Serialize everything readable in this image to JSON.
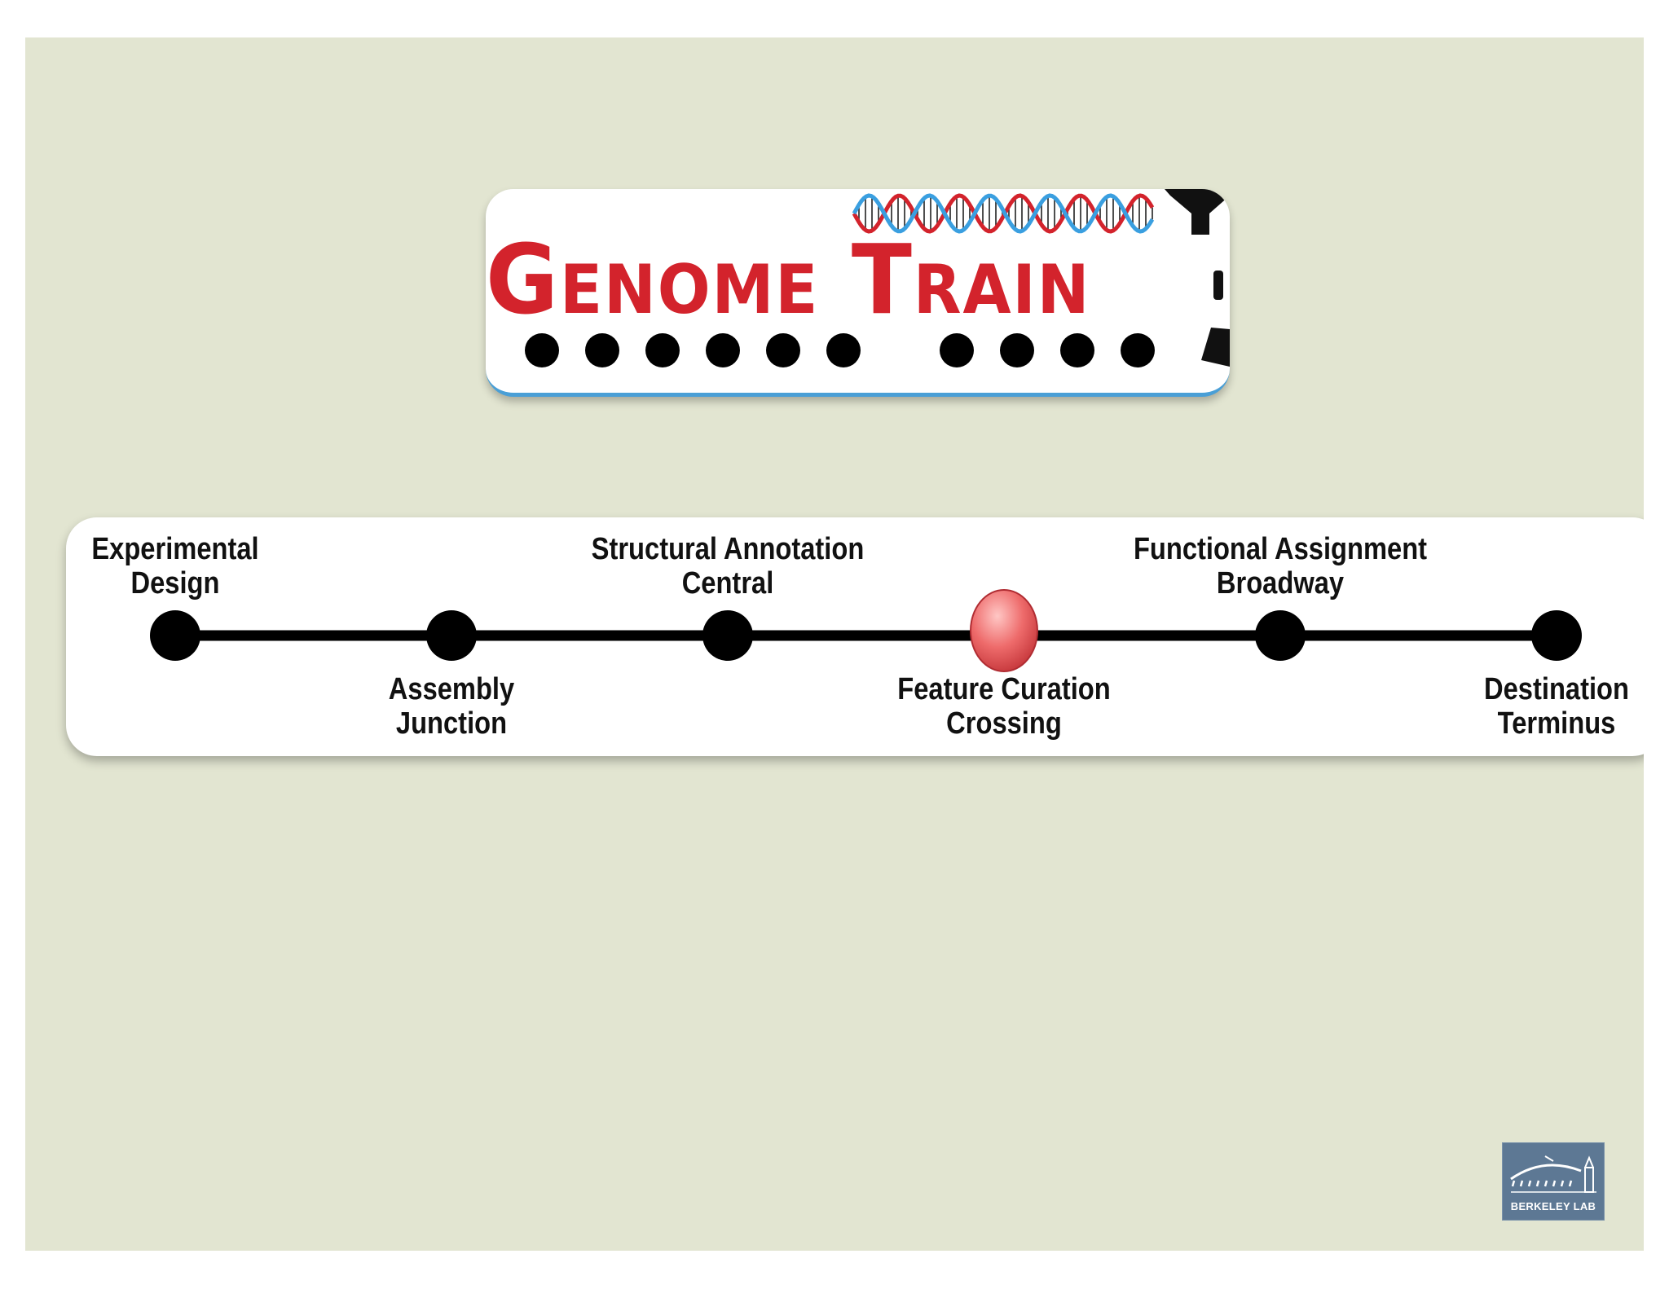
{
  "logo": {
    "title": "Genome Train",
    "colors": {
      "title": "#d3232c",
      "dna_red": "#d3232c",
      "dna_blue": "#3a9fe0",
      "rail": "#4a9fd6"
    },
    "wheel_groups": [
      6,
      4
    ]
  },
  "route": {
    "stops": [
      {
        "label_lines": [
          "Experimental",
          "Design"
        ],
        "label_position": "above",
        "current": false
      },
      {
        "label_lines": [
          "Assembly",
          "Junction"
        ],
        "label_position": "below",
        "current": false
      },
      {
        "label_lines": [
          "Structural Annotation",
          "Central"
        ],
        "label_position": "above",
        "current": false
      },
      {
        "label_lines": [
          "Feature Curation",
          "Crossing"
        ],
        "label_position": "below",
        "current": true
      },
      {
        "label_lines": [
          "Functional Assignment",
          "Broadway"
        ],
        "label_position": "above",
        "current": false
      },
      {
        "label_lines": [
          "Destination",
          "Terminus"
        ],
        "label_position": "below",
        "current": false
      }
    ],
    "colors": {
      "stop": "#000000",
      "current_stop": "#e8565a",
      "line": "#000000"
    }
  },
  "badge": {
    "text": "BERKELEY LAB",
    "icon": "berkeley-lab-dome-icon",
    "color": "#5d7894"
  }
}
